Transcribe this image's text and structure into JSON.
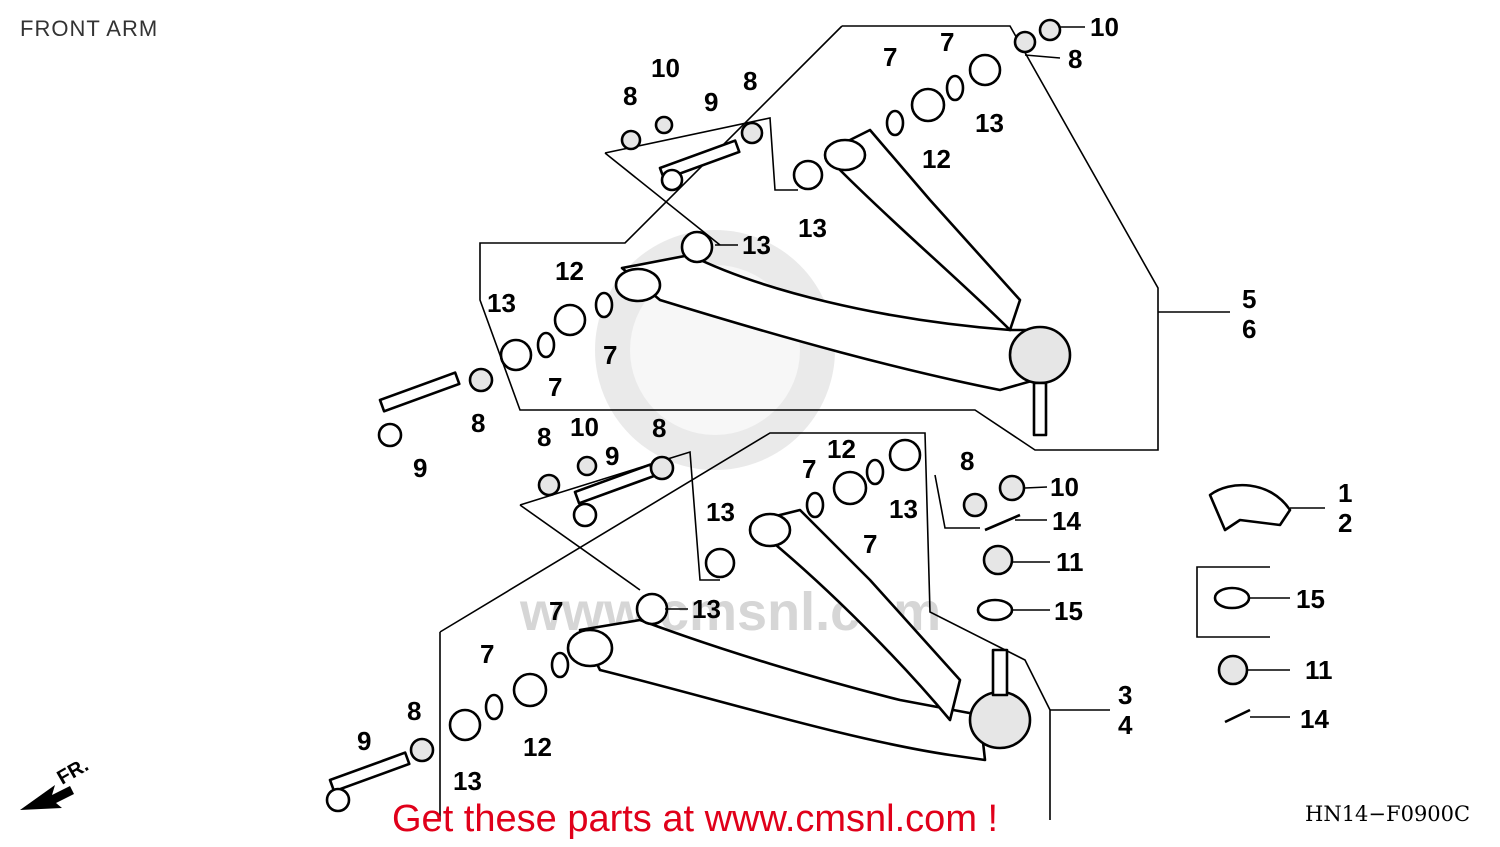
{
  "title": "FRONT ARM",
  "diagram_code": "HN14−F0900C",
  "promo_text": "Get these parts at www.cmsnl.com !",
  "watermark_text": "www.cmsnl.com",
  "direction_label": "FR.",
  "accent_color": "#e0001a",
  "callouts": {
    "c10a": "10",
    "c8a": "8",
    "c7a": "7",
    "c7b": "7",
    "c13a": "13",
    "c12a": "12",
    "c8b": "8",
    "c10b": "10",
    "c9a": "9",
    "c8c": "8",
    "c13b": "13",
    "c13c": "13",
    "c12b": "12",
    "c13d": "13",
    "c7c": "7",
    "c7d": "7",
    "c8d": "8",
    "c9b": "9",
    "c5": "5",
    "c6": "6",
    "c8e": "8",
    "c10c": "10",
    "c9c": "9",
    "c8f": "8",
    "c12c": "12",
    "c7e": "7",
    "c13e": "13",
    "c7f": "7",
    "c13f": "13",
    "c13g": "13",
    "c8g": "8",
    "c10d": "10",
    "c14a": "14",
    "c11a": "11",
    "c15a": "15",
    "c7g": "7",
    "c7h": "7",
    "c12d": "12",
    "c8h": "8",
    "c9d": "9",
    "c13h": "13",
    "c3": "3",
    "c4": "4",
    "c1": "1",
    "c2": "2",
    "c15b": "15",
    "c11b": "11",
    "c14b": "14"
  }
}
